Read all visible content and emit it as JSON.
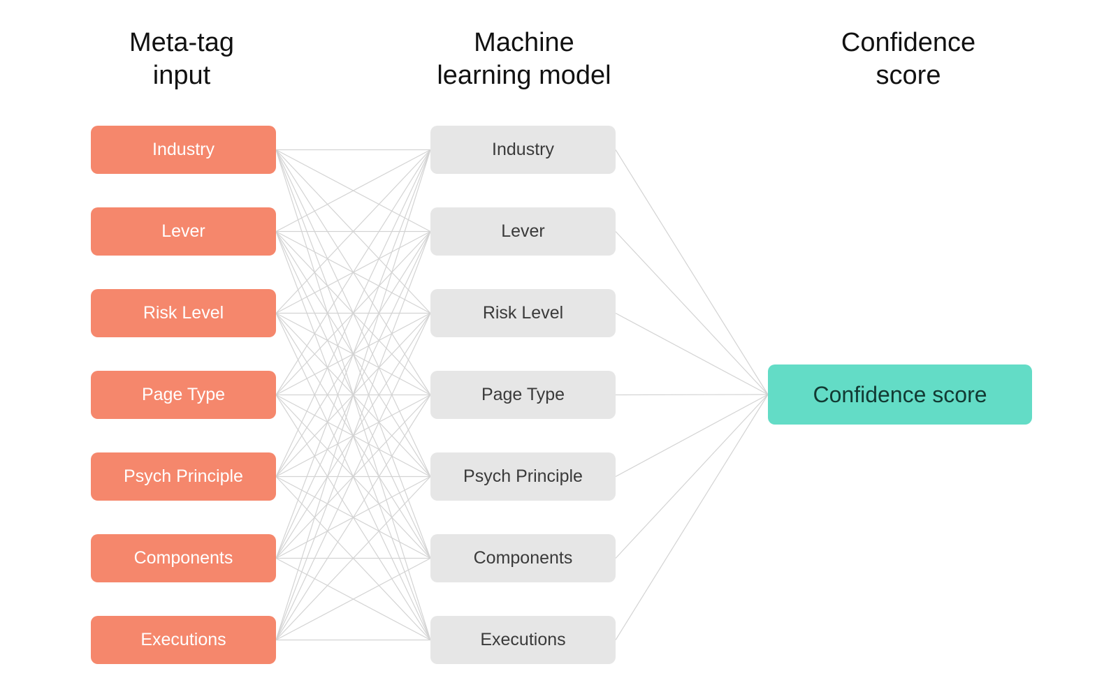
{
  "columns": {
    "input_title": "Meta-tag\ninput",
    "model_title": "Machine\nlearning model",
    "score_title": "Confidence\nscore"
  },
  "inputs": [
    "Industry",
    "Lever",
    "Risk Level",
    "Page Type",
    "Psych Principle",
    "Components",
    "Executions"
  ],
  "model_nodes": [
    "Industry",
    "Lever",
    "Risk Level",
    "Page Type",
    "Psych Principle",
    "Components",
    "Executions"
  ],
  "output": {
    "label": "Confidence score"
  },
  "colors": {
    "input_fill": "#f5876c",
    "model_fill": "#e6e6e6",
    "output_fill": "#63dcc6",
    "edge": "#d3d3d3"
  }
}
